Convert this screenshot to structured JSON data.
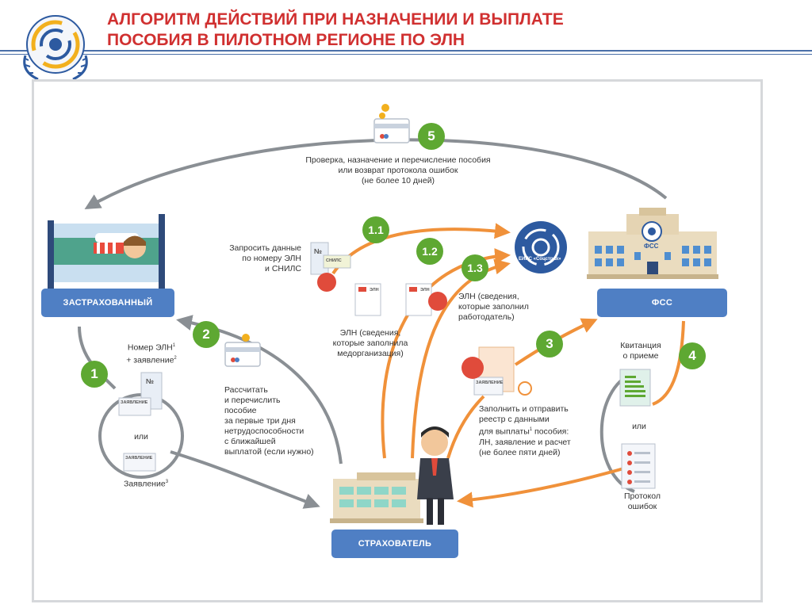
{
  "header": {
    "title_line1": "АЛГОРИТМ ДЕЙСТВИЙ ПРИ НАЗНАЧЕНИИ И ВЫПЛАТЕ",
    "title_line2": "ПОСОБИЯ В ПИЛОТНОМ РЕГИОНЕ ПО ЭЛН"
  },
  "actors": {
    "insured": "ЗАСТРАХОВАННЫЙ",
    "fss": "ФСС",
    "employer": "СТРАХОВАТЕЛЬ",
    "fss_building_sign": "ФСС"
  },
  "steps": {
    "s1": "1",
    "s1_1": "1.1",
    "s1_2": "1.2",
    "s1_3": "1.3",
    "s2": "2",
    "s3": "3",
    "s4": "4",
    "s5": "5"
  },
  "labels": {
    "step5_line1": "Проверка, назначение и перечисление пособия",
    "step5_line2": "или возврат протокола ошибок",
    "step5_line3": "(не более 10 дней)",
    "request_line1": "Запросить данные",
    "request_line2": "по номеру ЭЛН",
    "request_line3": "и СНИЛС",
    "eln_med_line1": "ЭЛН (сведения,",
    "eln_med_line2": "которые заполнила",
    "eln_med_line3": "медорганизация)",
    "eln_emp_line1": "ЭЛН (сведения,",
    "eln_emp_line2": "которые заполнил",
    "eln_emp_line3": "работодатель)",
    "num_eln_line1": "Номер ЭЛН",
    "num_eln_line2": "+ заявление",
    "or_left": "или",
    "application": "Заявление",
    "calc_line1": "Рассчитать",
    "calc_line2": "и перечислить",
    "calc_line3": "пособие",
    "calc_line4": "за первые три дня",
    "calc_line5": "нетрудоспособности",
    "calc_line6": "с ближайшей",
    "calc_line7": "выплатой (если нужно)",
    "registry_line1": "Заполнить и отправить",
    "registry_line2": "реестр с данными",
    "registry_line3": "для выплаты",
    "registry_line3b": "пособия:",
    "registry_line4": "ЛН, заявление и расчет",
    "registry_line5": "(не более пяти дней)",
    "receipt_line1": "Квитанция",
    "receipt_line2": "о приеме",
    "or_right": "или",
    "protocol_line1": "Протокол",
    "protocol_line2": "ошибок",
    "eis": "ЕИИС «Соцстрах»"
  },
  "docs": {
    "num_sign": "№",
    "snils": "СНИЛС",
    "application_doc": "ЗАЯВЛЕНИЕ",
    "eln_doc": "ЭЛН"
  },
  "colors": {
    "accent_green": "#5ea832",
    "pill_blue": "#4f7fc4",
    "arrow_orange": "#f0913a",
    "arrow_gray": "#8a8f94",
    "title_red": "#d03030"
  }
}
